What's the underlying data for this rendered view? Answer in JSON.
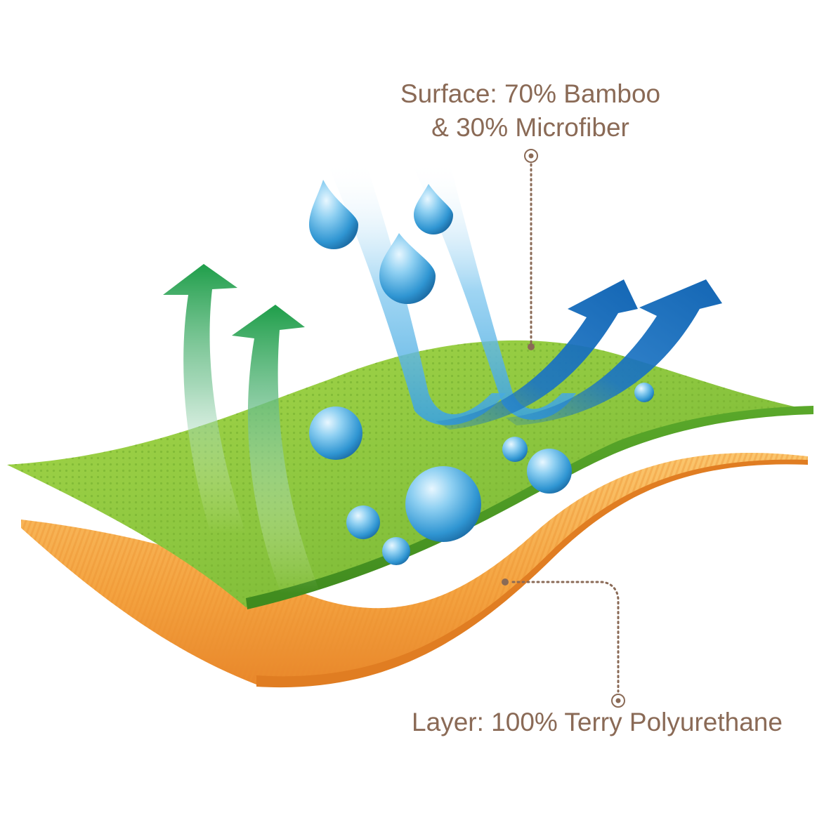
{
  "labels": {
    "surface_line1": "Surface: 70% Bamboo",
    "surface_line2": "& 30% Microfiber",
    "layer": "Layer: 100% Terry Polyurethane"
  },
  "colors": {
    "text": "#8a6a56",
    "callout": "#8a6a56",
    "green_surface": "#8cc63f",
    "orange_layer": "#f4a340",
    "water": "#3aa3dc",
    "blue_arrow": "#1a74c4",
    "green_arrow": "#1f9e4a"
  },
  "icons": [
    "water-drop-icon",
    "water-bead-icon",
    "vapor-arrow-icon",
    "airflow-arrow-icon",
    "callout-dot-icon"
  ]
}
